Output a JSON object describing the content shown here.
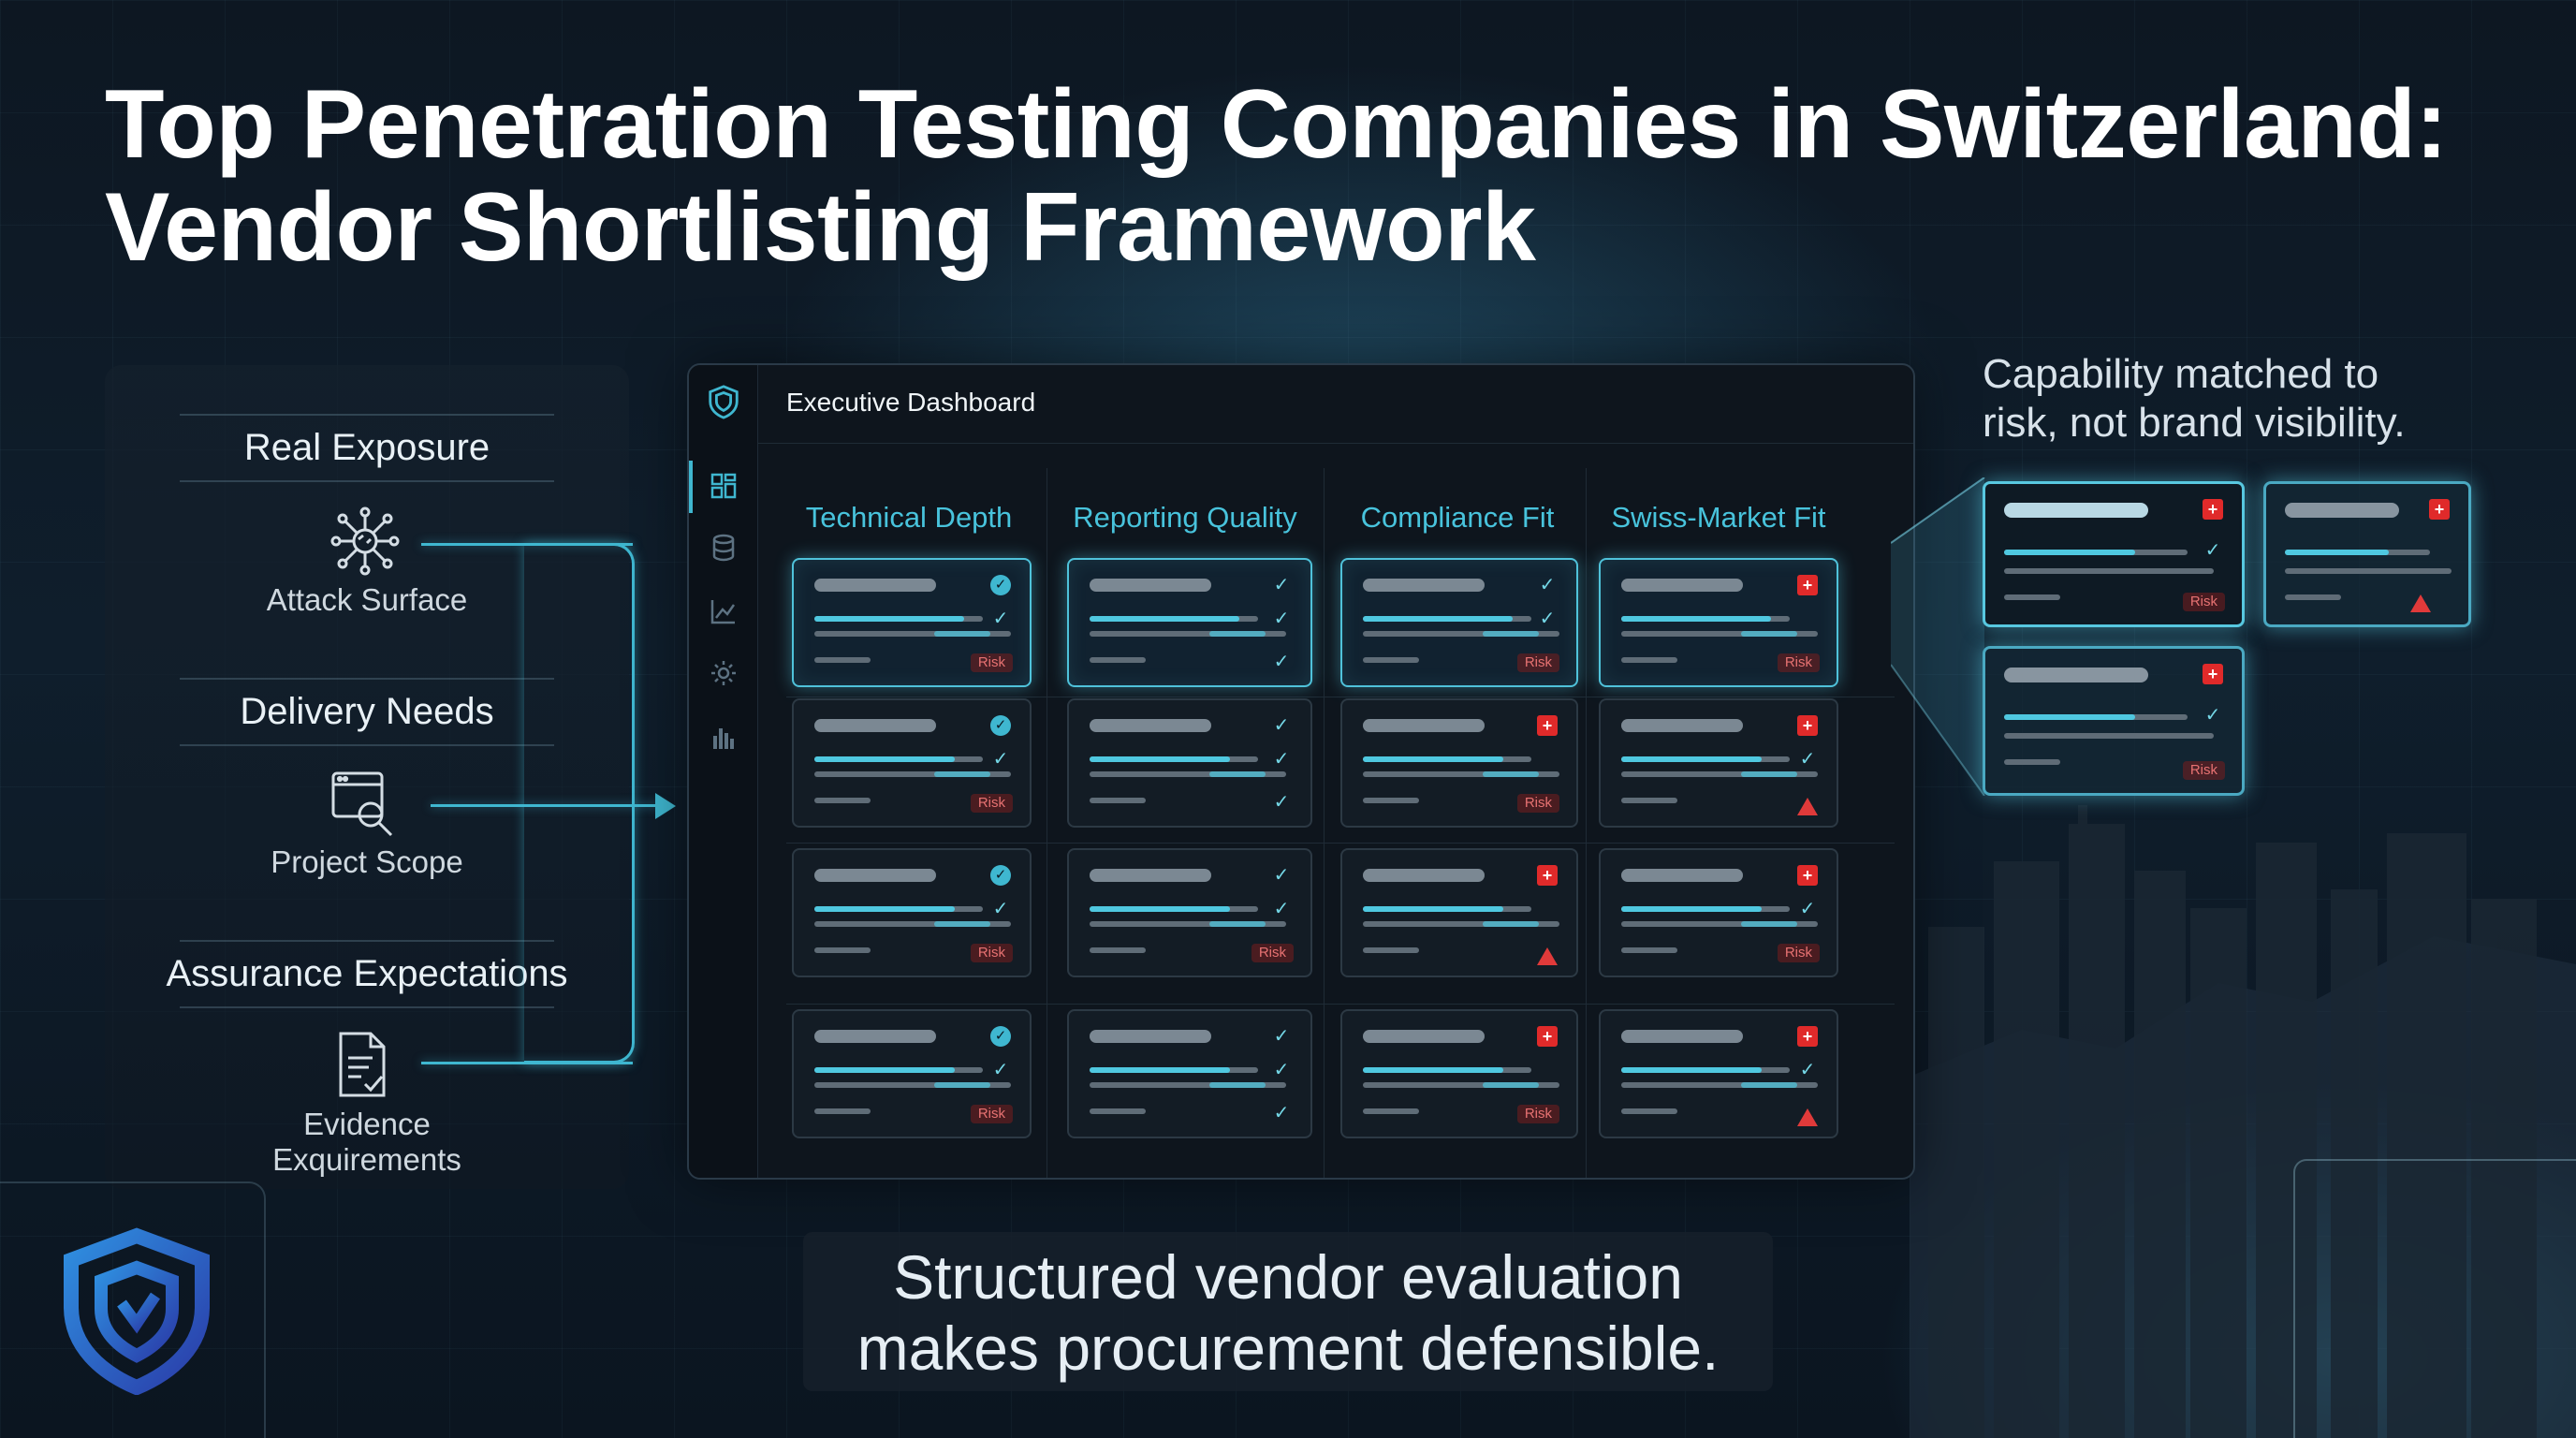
{
  "title": {
    "line1": "Top Penetration Testing Companies in Switzerland:",
    "line2": "Vendor Shortlisting Framework"
  },
  "left_panel": {
    "sections": [
      {
        "heading": "Real Exposure",
        "label": "Attack Surface",
        "icon": "network-node-icon"
      },
      {
        "heading": "Delivery Needs",
        "label": "Project Scope",
        "icon": "browser-search-icon"
      },
      {
        "heading": "Assurance Expectations",
        "label": "Evidence\nExquirements",
        "icon": "document-check-icon"
      }
    ]
  },
  "dashboard": {
    "title": "Executive Dashboard",
    "nav_icons": [
      "shield-logo-icon",
      "grid-icon",
      "database-icon",
      "line-chart-icon",
      "gear-icon",
      "bar-chart-icon"
    ],
    "columns": [
      "Technical Depth",
      "Reporting Quality",
      "Compliance Fit",
      "Swiss-Market Fit"
    ],
    "risk_label": "Risk",
    "cells": [
      [
        "badge:risk",
        "check:check",
        "check:risk",
        "swiss:risk"
      ],
      [
        "badge:risk",
        "check:check",
        "swiss:risk",
        "swiss:warn"
      ],
      [
        "badge:risk",
        "check:risk",
        "swiss:warn",
        "swiss:risk"
      ],
      [
        "badge:risk",
        "check:check",
        "swiss:risk",
        "swiss:warn"
      ]
    ]
  },
  "callout": {
    "line1": "Capability matched to",
    "line2": "risk, not brand visibility.",
    "risk_label": "Risk"
  },
  "tagline": {
    "line1": "Structured vendor evaluation",
    "line2": "makes procurement defensible."
  },
  "colors": {
    "accent": "#3fb7d0",
    "column_header": "#48c3dc",
    "risk": "#e77272",
    "swiss_red": "#e02a2a"
  }
}
